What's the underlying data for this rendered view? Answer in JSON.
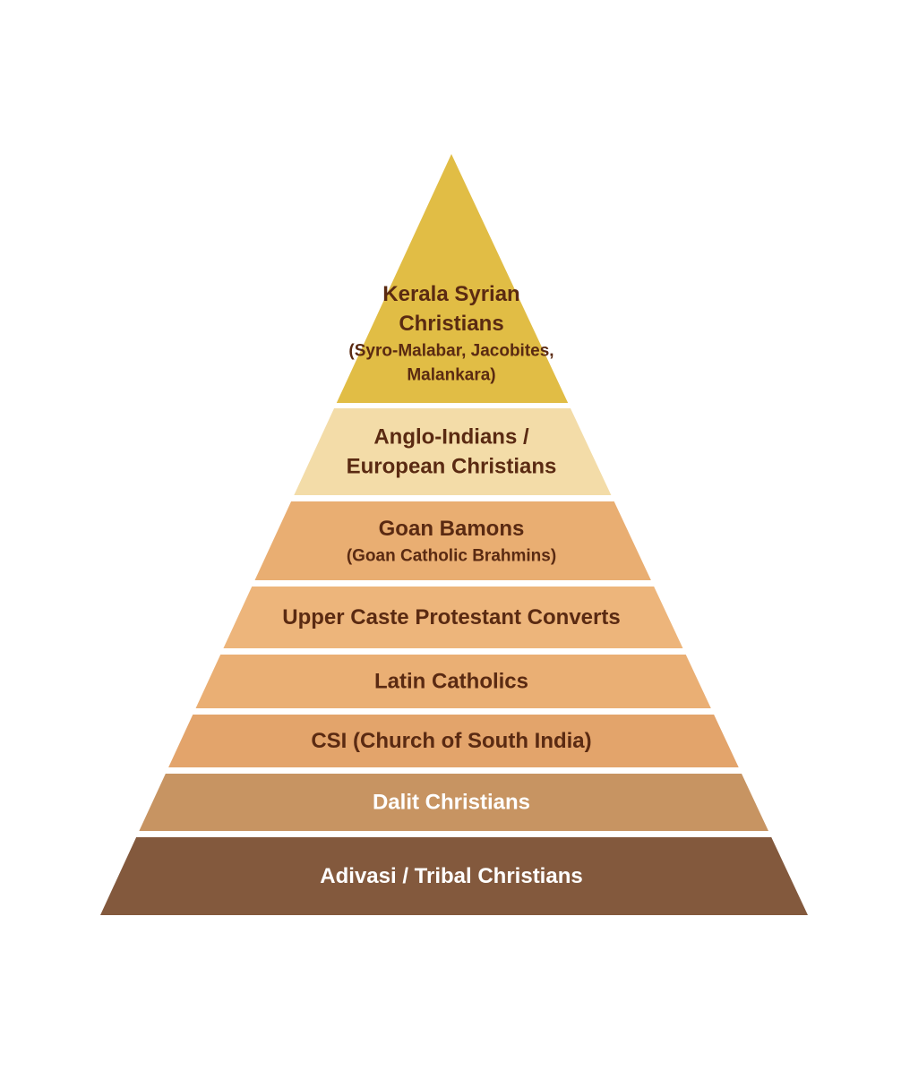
{
  "pyramid": {
    "tiers": [
      {
        "lines": [
          "Kerala Syrian",
          "Christians"
        ],
        "sublines": [
          "(Syro-Malabar, Jacobites,",
          "Malankara)"
        ],
        "fill": "#E1BD45",
        "text_color": "#5A2A12"
      },
      {
        "lines": [
          "Anglo-Indians /",
          "European Christians"
        ],
        "sublines": [],
        "fill": "#F3DCA8",
        "text_color": "#5A2A12"
      },
      {
        "lines": [
          "Goan Bamons"
        ],
        "sublines": [
          "(Goan Catholic Brahmins)"
        ],
        "fill": "#E9AE72",
        "text_color": "#5A2A12"
      },
      {
        "lines": [
          "Upper Caste Protestant Converts"
        ],
        "sublines": [],
        "fill": "#EDB57B",
        "text_color": "#5A2A12"
      },
      {
        "lines": [
          "Latin Catholics"
        ],
        "sublines": [],
        "fill": "#EAAF74",
        "text_color": "#5A2A12"
      },
      {
        "lines": [
          "CSI (Church of South India)"
        ],
        "sublines": [],
        "fill": "#E3A46B",
        "text_color": "#5A2A12"
      },
      {
        "lines": [
          "Dalit Christians"
        ],
        "sublines": [],
        "fill": "#C79462",
        "text_color": "#FFFFFF"
      },
      {
        "lines": [
          "Adivasi / Tribal Christians"
        ],
        "sublines": [],
        "fill": "#83593D",
        "text_color": "#FFFFFF"
      }
    ]
  }
}
